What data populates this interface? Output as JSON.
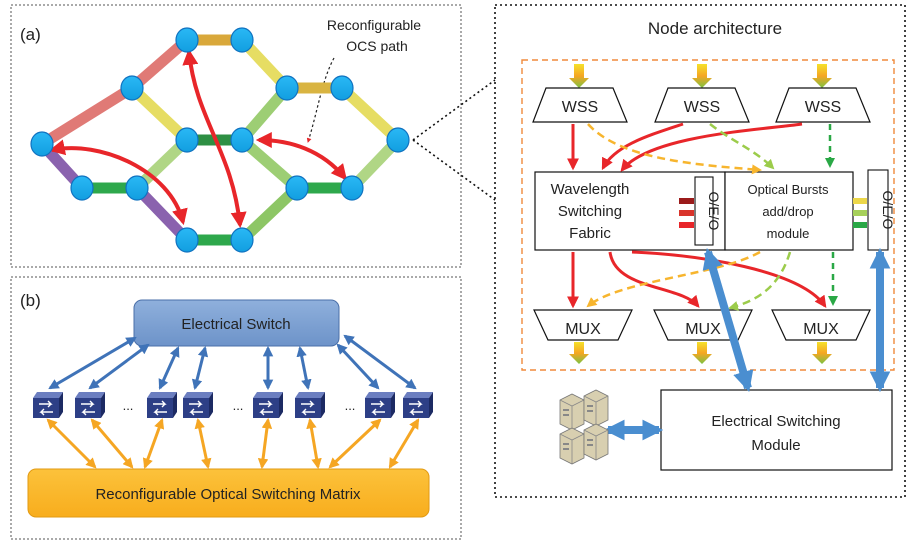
{
  "panel_a": {
    "label": "(a)",
    "annotation_line1": "Reconfigurable",
    "annotation_line2": "OCS path"
  },
  "panel_b": {
    "label": "(b)",
    "electrical_switch": "Electrical Switch",
    "optical_matrix": "Reconfigurable Optical Switching Matrix",
    "ellipsis": "..."
  },
  "node": {
    "title": "Node architecture",
    "wss_label": "WSS",
    "mux_label": "MUX",
    "wsf_line1": "Wavelength",
    "wsf_line2": "Switching",
    "wsf_line3": "Fabric",
    "oeo_label": "O/E/O",
    "obm_line1": "Optical Bursts",
    "obm_line2": "add/drop",
    "obm_line3": "module",
    "esm_line1": "Electrical Switching",
    "esm_line2": "Module"
  },
  "colors": {
    "ocs_path": "#e8262a",
    "node_fill": "#1eaaf0",
    "switch_fill": "#7096cc",
    "matrix_fill": "#fbb829",
    "blue_arrow": "#3f73b8",
    "orange_arrow": "#f5a623",
    "dashed_orange": "#f7b52e",
    "dashed_lightgreen": "#9ccc4b",
    "dashed_green": "#2aa846"
  }
}
